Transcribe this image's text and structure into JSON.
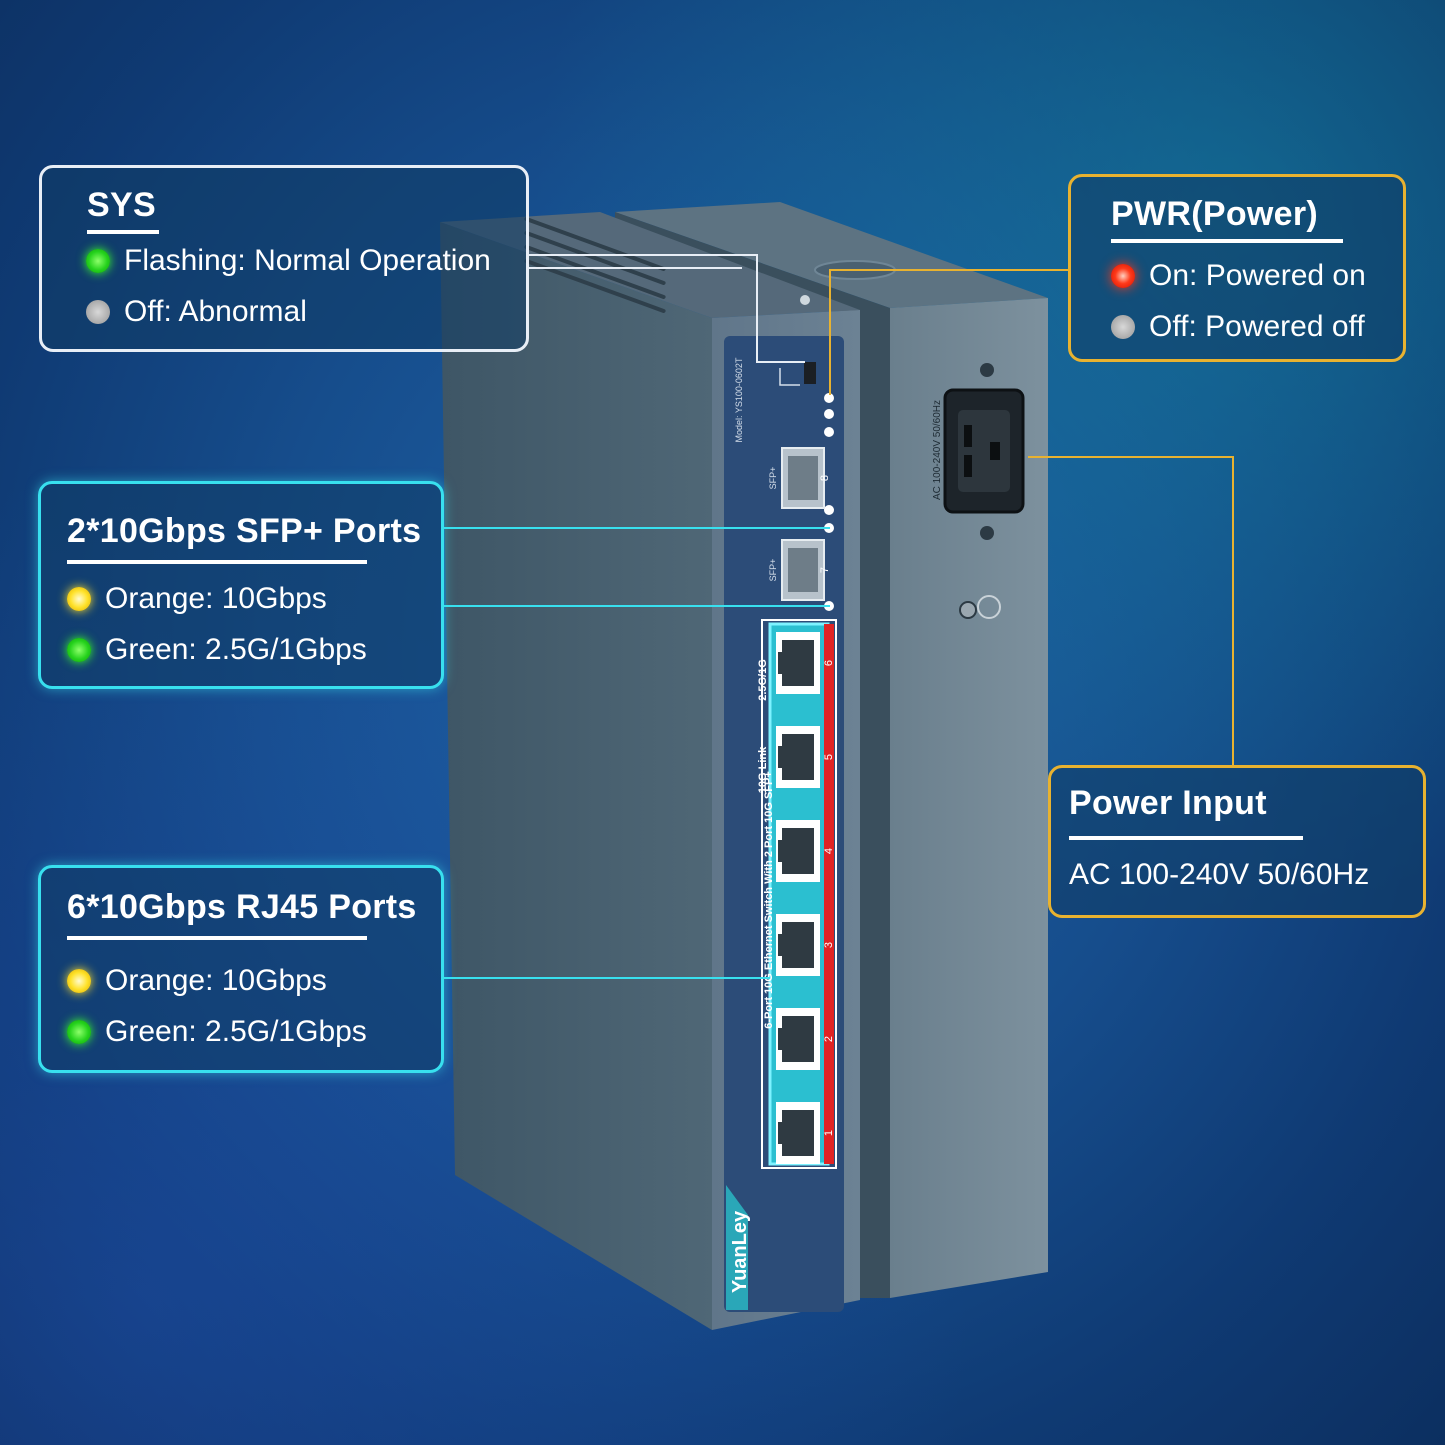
{
  "device": {
    "brand": "YuanLey",
    "model_label": "Model: YS100-0602T",
    "front_label": "6-Port 10G Ethernet Switch With 2 Port 10G SFP+",
    "rj45_ports": [
      "1",
      "2",
      "3",
      "4",
      "5",
      "6"
    ],
    "sfp_ports": [
      "7",
      "8"
    ],
    "sfp_port_label": "SFP+",
    "led_legend_10g": "10G Link",
    "led_legend_25g": "2.5G/1G",
    "power_rating_label": "AC 100-240V 50/60Hz"
  },
  "callouts": {
    "sys": {
      "title": "SYS",
      "items": [
        {
          "led": "green",
          "text": "Flashing: Normal Operation"
        },
        {
          "led": "gray",
          "text": "Off: Abnormal"
        }
      ]
    },
    "pwr": {
      "title": "PWR(Power)",
      "items": [
        {
          "led": "red",
          "text": "On: Powered on"
        },
        {
          "led": "gray",
          "text": "Off: Powered off"
        }
      ]
    },
    "sfp": {
      "title": "2*10Gbps SFP+ Ports",
      "items": [
        {
          "led": "yellow",
          "text": "Orange: 10Gbps"
        },
        {
          "led": "green",
          "text": "Green: 2.5G/1Gbps"
        }
      ]
    },
    "rj45": {
      "title": "6*10Gbps RJ45 Ports",
      "items": [
        {
          "led": "yellow",
          "text": "Orange: 10Gbps"
        },
        {
          "led": "green",
          "text": "Green: 2.5G/1Gbps"
        }
      ]
    },
    "power_input": {
      "title": "Power Input",
      "text": "AC 100-240V 50/60Hz"
    }
  },
  "colors": {
    "cyan_line": "#38e0ef",
    "gold_line": "#e8b230",
    "white_line": "#e8eef6"
  }
}
